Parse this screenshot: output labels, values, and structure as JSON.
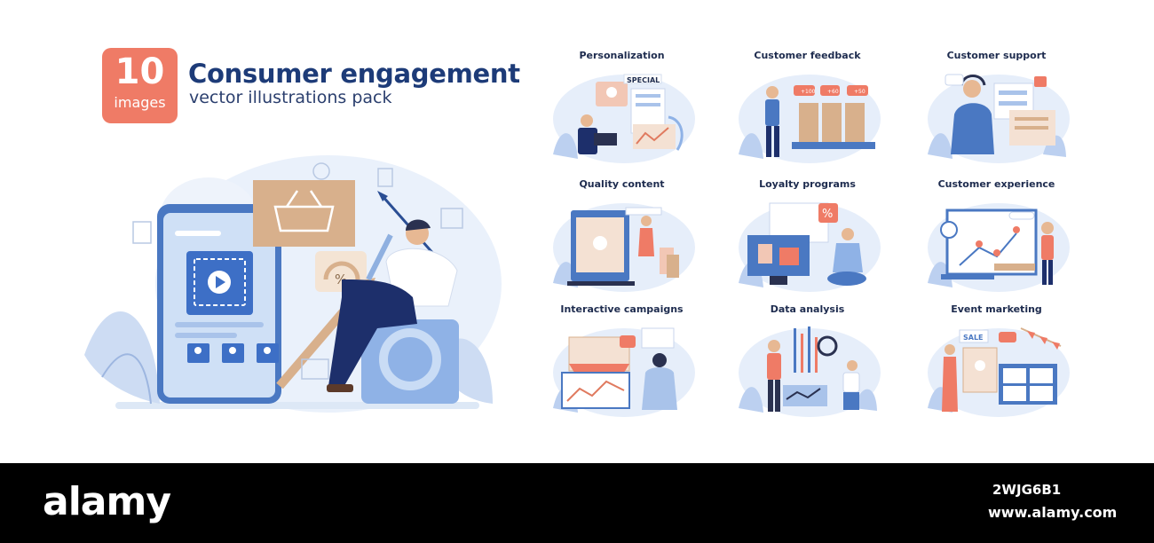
{
  "header": {
    "badge_number": "10",
    "badge_label": "images",
    "title": "Consumer engagement",
    "subtitle": "vector illustrations pack"
  },
  "hero": {
    "discount_symbol": "%"
  },
  "cards": [
    {
      "label": "Personalization",
      "badge": "SPECIAL"
    },
    {
      "label": "Customer feedback",
      "badges": [
        "+100",
        "+60",
        "+50"
      ]
    },
    {
      "label": "Customer support"
    },
    {
      "label": "Quality content"
    },
    {
      "label": "Loyalty programs",
      "badge": "%"
    },
    {
      "label": "Customer experience"
    },
    {
      "label": "Interactive campaigns"
    },
    {
      "label": "Data analysis"
    },
    {
      "label": "Event marketing",
      "badge": "SALE"
    }
  ],
  "footer": {
    "logo": "alamy",
    "image_id": "2WJG6B1",
    "url": "www.alamy.com"
  },
  "colors": {
    "accent": "#ef7b66",
    "navy": "#1d3b78",
    "light_blue": "#dce8f7",
    "mid_blue": "#4a78c2",
    "tan": "#d8b08c",
    "footer_bg": "#000000"
  }
}
